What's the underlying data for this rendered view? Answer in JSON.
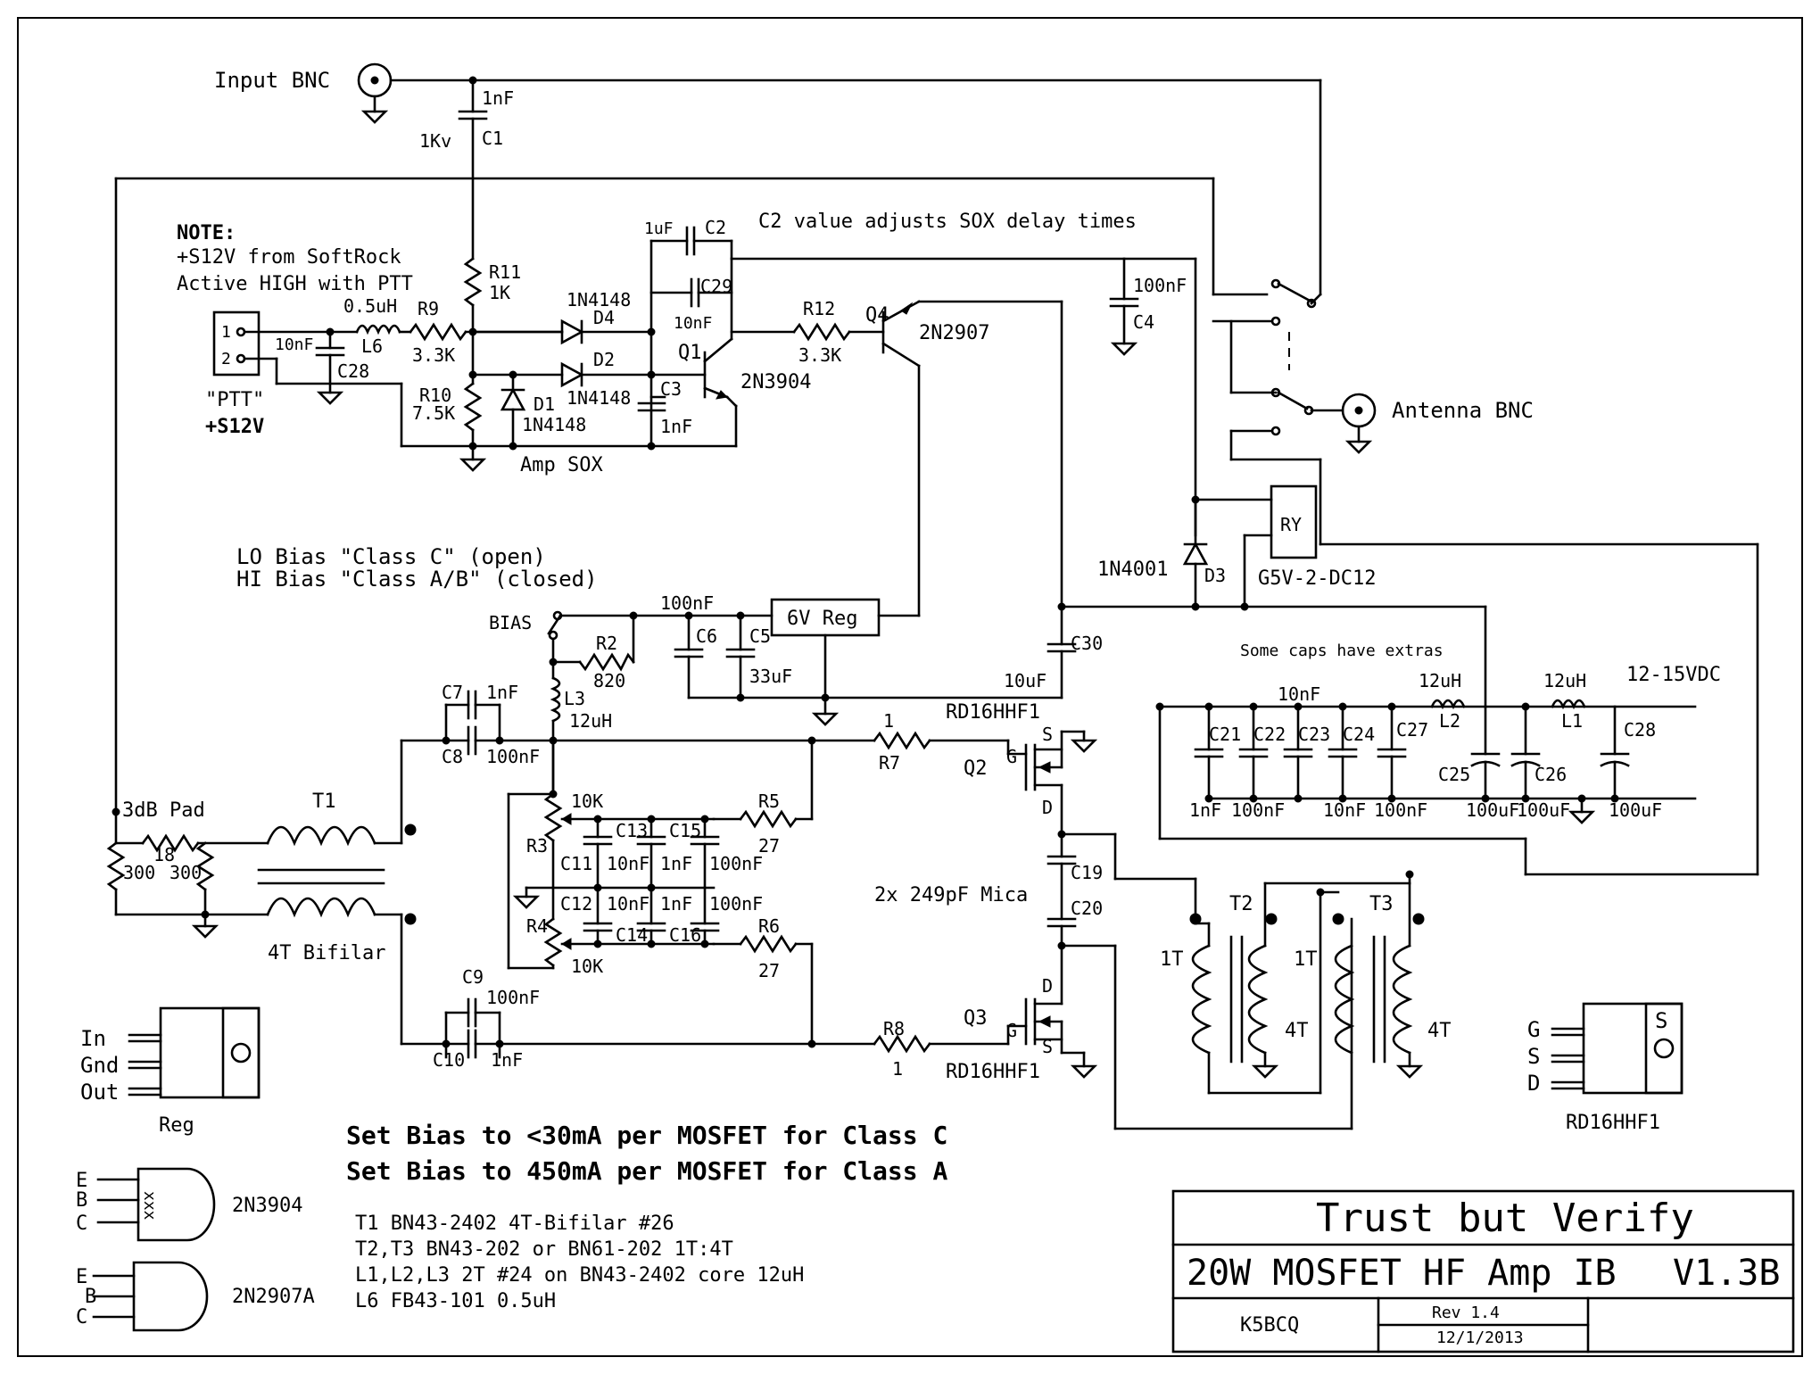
{
  "title_block": {
    "motto": "Trust but Verify",
    "name": "20W MOSFET HF Amp IB",
    "version": "V1.3B",
    "author": "K5BCQ",
    "rev": "Rev 1.4",
    "date": "12/1/2013"
  },
  "connectors": {
    "input": "Input BNC",
    "antenna": "Antenna BNC",
    "ptt_label": "\"PTT\"",
    "s12_label": "+S12V",
    "power": "12-15VDC",
    "ptt_pin1": "1",
    "ptt_pin2": "2"
  },
  "notes": {
    "note_head": "NOTE:",
    "note_1": "+S12V from SoftRock",
    "note_2": "Active HIGH with PTT",
    "c2_note": "C2 value adjusts SOX delay times",
    "amp_sox": "Amp SOX",
    "bias_lo": "LO Bias \"Class C\" (open)",
    "bias_hi": "HI Bias \"Class A/B\" (closed)",
    "caps_extra": "Some caps have extras",
    "bias_c": "Set Bias to <30mA per MOSFET for Class C",
    "bias_a": "Set Bias to 450mA per MOSFET for Class A",
    "pad": "3dB Pad",
    "bifilar": "4T Bifilar",
    "mica": "2x 249pF  Mica",
    "bias_sw": "BIAS",
    "parts": [
      "T1 BN43-2402 4T-Bifilar #26",
      "T2,T3 BN43-202 or BN61-202  1T:4T",
      "L1,L2,L3 2T #24 on BN43-2402 core 12uH",
      "L6 FB43-101 0.5uH"
    ]
  },
  "components": {
    "C1": [
      "C1",
      "1nF",
      "1Kv"
    ],
    "C2": [
      "C2",
      "1uF"
    ],
    "C29": [
      "C29",
      "10nF"
    ],
    "C3": [
      "C3",
      "1nF"
    ],
    "C4": [
      "C4",
      "100nF"
    ],
    "C28a": [
      "C28",
      "10nF"
    ],
    "L6": [
      "L6",
      "0.5uH"
    ],
    "R9": [
      "R9",
      "3.3K"
    ],
    "R11": [
      "R11",
      "1K"
    ],
    "R10": [
      "R10",
      "7.5K"
    ],
    "D4": [
      "D4",
      "1N4148"
    ],
    "D2": [
      "D2",
      "1N4148"
    ],
    "D1": [
      "D1",
      "1N4148"
    ],
    "Q1": [
      "Q1",
      "2N3904"
    ],
    "R12": [
      "R12",
      "3.3K"
    ],
    "Q4": [
      "Q4",
      "2N2907"
    ],
    "D3": [
      "D3",
      "1N4001"
    ],
    "RY": [
      "RY",
      "G5V-2-DC12"
    ],
    "REG": [
      "6V Reg"
    ],
    "C6": [
      "C6",
      "100nF"
    ],
    "C5": [
      "C5",
      "33uF"
    ],
    "R2": [
      "R2",
      "820"
    ],
    "L3": [
      "L3",
      "12uH"
    ],
    "C30": [
      "C30",
      "10uF"
    ],
    "C7": [
      "C7",
      "1nF"
    ],
    "C8": [
      "C8",
      "100nF"
    ],
    "C9": [
      "C9",
      "100nF"
    ],
    "C10": [
      "C10",
      "1nF"
    ],
    "R7": [
      "R7",
      "1"
    ],
    "R8": [
      "R8",
      "1"
    ],
    "Q2": [
      "Q2",
      "RD16HHF1"
    ],
    "Q3": [
      "Q3",
      "RD16HHF1"
    ],
    "R3": [
      "R3",
      "10K"
    ],
    "R4": [
      "R4",
      "10K"
    ],
    "R5": [
      "R5",
      "27"
    ],
    "R6": [
      "R6",
      "27"
    ],
    "C11": "C11",
    "C12": "C12",
    "C13": "C13",
    "C14": "C14",
    "C15": "C15",
    "C16": "C16",
    "v10nF": "10nF",
    "v1nF": "1nF",
    "v100nF": "100nF",
    "C19": "C19",
    "C20": "C20",
    "T1": "T1",
    "T2": "T2",
    "T3": "T3",
    "t1T": "1T",
    "t4T": "4T",
    "R18": "18",
    "R300": "300",
    "C21": [
      "C21",
      "1nF"
    ],
    "C22": [
      "C22",
      "100nF"
    ],
    "C23": [
      "C23",
      "10nF"
    ],
    "C24": [
      "C24",
      "10nF"
    ],
    "C27": [
      "C27",
      "100nF"
    ],
    "C25": [
      "C25",
      "100uF"
    ],
    "C26": [
      "C26",
      "100uF"
    ],
    "C28b": [
      "C28",
      "100uF"
    ],
    "L2": [
      "L2",
      "12uH"
    ],
    "L1": [
      "L1",
      "12uH"
    ]
  },
  "legend": {
    "reg": [
      "In",
      "Gnd",
      "Out",
      "Reg"
    ],
    "q3904": [
      "E",
      "B",
      "C",
      "2N3904"
    ],
    "q2907": [
      "E",
      "B",
      "C",
      "2N2907A"
    ],
    "mosfet": [
      "G",
      "S",
      "D",
      "RD16HHF1",
      "S"
    ],
    "xxx": "xxx"
  }
}
